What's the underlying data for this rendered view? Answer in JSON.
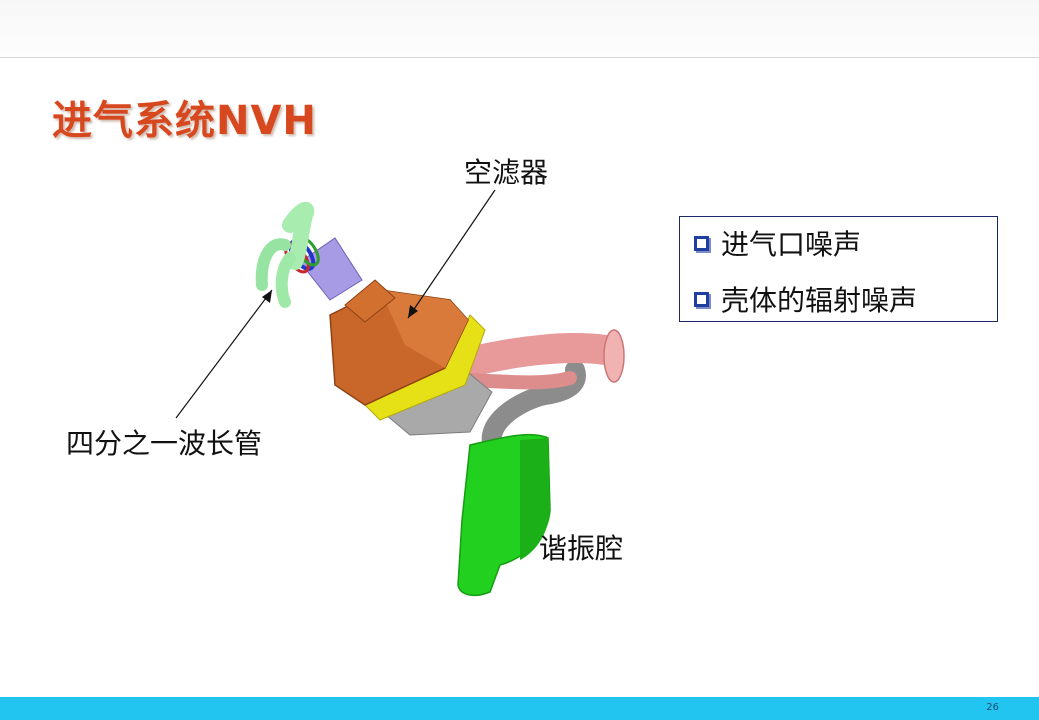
{
  "slide": {
    "title": "进气系统NVH",
    "page_number": "26"
  },
  "diagram": {
    "labels": {
      "air_filter": "空滤器",
      "quarter_wave_tube": "四分之一波长管",
      "resonator": "谐振腔"
    }
  },
  "bullets": {
    "items": [
      {
        "text": "进气口噪声"
      },
      {
        "text": "壳体的辐射噪声"
      }
    ]
  }
}
